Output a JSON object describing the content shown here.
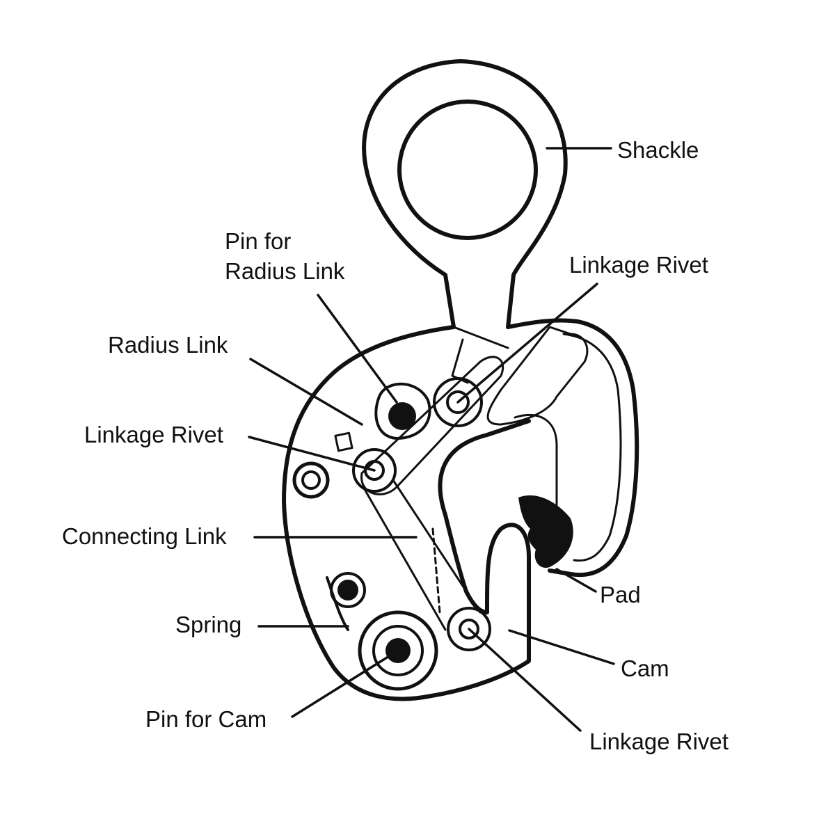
{
  "diagram": {
    "labels": {
      "shackle": "Shackle",
      "pin_for_radius_link_line1": "Pin for",
      "pin_for_radius_link_line2": "Radius Link",
      "linkage_rivet_top": "Linkage Rivet",
      "radius_link": "Radius Link",
      "linkage_rivet_left": "Linkage Rivet",
      "connecting_link": "Connecting Link",
      "pad": "Pad",
      "spring": "Spring",
      "cam": "Cam",
      "pin_for_cam": "Pin for Cam",
      "linkage_rivet_bottom": "Linkage Rivet"
    }
  }
}
